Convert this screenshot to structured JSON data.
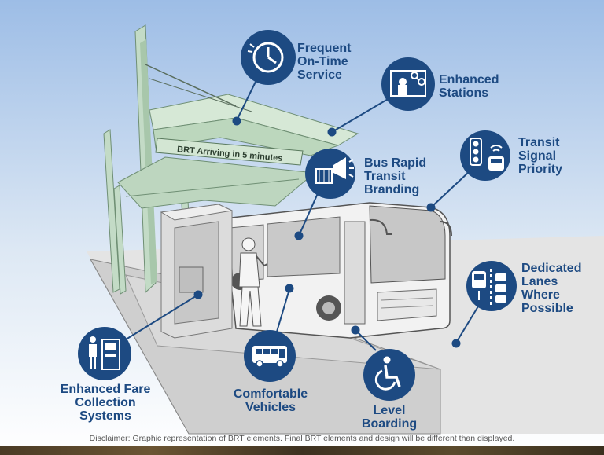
{
  "sign_text": "BRT Arriving in 5 minutes",
  "features": [
    {
      "id": "frequent",
      "lines": [
        "Frequent",
        "On-Time",
        "Service"
      ],
      "icon": "clock-icon"
    },
    {
      "id": "stations",
      "lines": [
        "Enhanced",
        "Stations"
      ],
      "icon": "station-icon"
    },
    {
      "id": "branding",
      "lines": [
        "Bus Rapid",
        "Transit",
        "Branding"
      ],
      "icon": "megaphone-icon"
    },
    {
      "id": "signal",
      "lines": [
        "Transit",
        "Signal",
        "Priority"
      ],
      "icon": "traffic-signal-icon"
    },
    {
      "id": "lanes",
      "lines": [
        "Dedicated",
        "Lanes",
        "Where",
        "Possible"
      ],
      "icon": "dedicated-lane-icon"
    },
    {
      "id": "fare",
      "lines": [
        "Enhanced Fare",
        "Collection",
        "Systems"
      ],
      "icon": "fare-machine-icon"
    },
    {
      "id": "vehicles",
      "lines": [
        "Comfortable",
        "Vehicles"
      ],
      "icon": "bus-icon"
    },
    {
      "id": "boarding",
      "lines": [
        "Level",
        "Boarding"
      ],
      "icon": "wheelchair-icon"
    }
  ],
  "disclaimer": "Disclaimer: Graphic representation of BRT elements. Final BRT elements and design will be different than displayed.",
  "colors": {
    "accent": "#1d4a82",
    "canopy": "#cfe3cf",
    "sky_top": "#9dbde6",
    "platform": "#e3e3e3"
  }
}
